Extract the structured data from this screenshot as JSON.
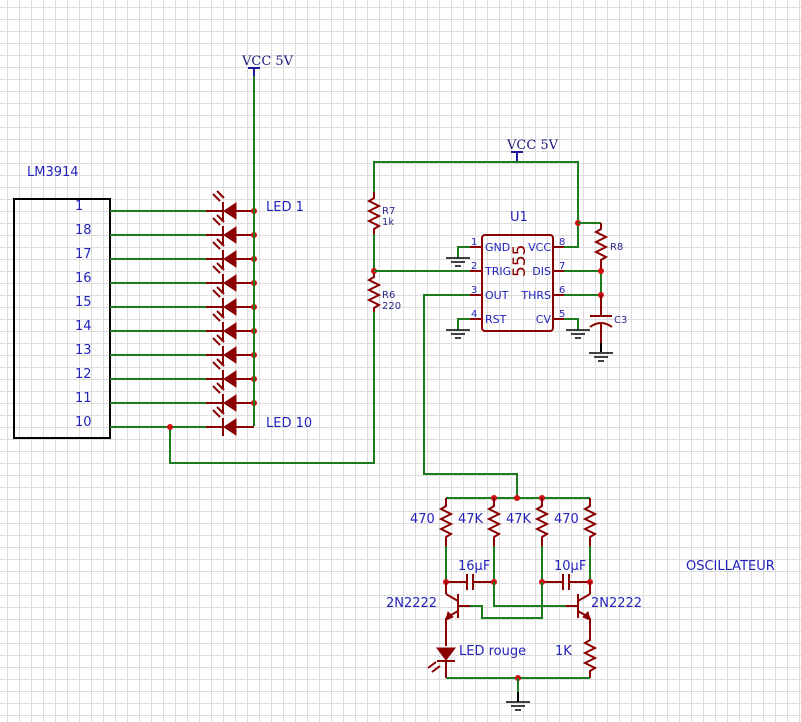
{
  "schematic": {
    "lm3914": {
      "title": "LM3914",
      "pins": [
        "1",
        "18",
        "17",
        "16",
        "15",
        "14",
        "13",
        "12",
        "11",
        "10"
      ]
    },
    "led_bar": {
      "first_label": "LED 1",
      "last_label": "LED 10",
      "count": 10,
      "supply_label": "VCC 5V"
    },
    "timer": {
      "ref": "U1",
      "part": "555",
      "supply_label": "VCC 5V",
      "left_pins": [
        {
          "num": "1",
          "name": "GND"
        },
        {
          "num": "2",
          "name": "TRIG"
        },
        {
          "num": "3",
          "name": "OUT"
        },
        {
          "num": "4",
          "name": "RST"
        }
      ],
      "right_pins": [
        {
          "num": "8",
          "name": "VCC"
        },
        {
          "num": "7",
          "name": "DIS"
        },
        {
          "num": "6",
          "name": "THRS"
        },
        {
          "num": "5",
          "name": "CV"
        }
      ],
      "r7": {
        "ref": "R7",
        "value": "1k"
      },
      "r6": {
        "ref": "R6",
        "value": "220"
      },
      "r8": {
        "ref": "R8"
      },
      "c3": {
        "ref": "C3"
      }
    },
    "oscillator": {
      "title": "OSCILLATEUR",
      "r_left_collector": "470",
      "r_left_base": "47K",
      "r_right_base": "47K",
      "r_right_collector": "470",
      "c_left": "16µF",
      "c_right": "10µF",
      "q_left": "2N2222",
      "q_right": "2N2222",
      "led": "LED rouge",
      "r_emitter": "1K"
    }
  },
  "colors": {
    "wire": "#1e7a1e",
    "component": "#8b0000",
    "junction": "#d01010",
    "label": "#2222bb",
    "grid": "#dcdcdc"
  }
}
